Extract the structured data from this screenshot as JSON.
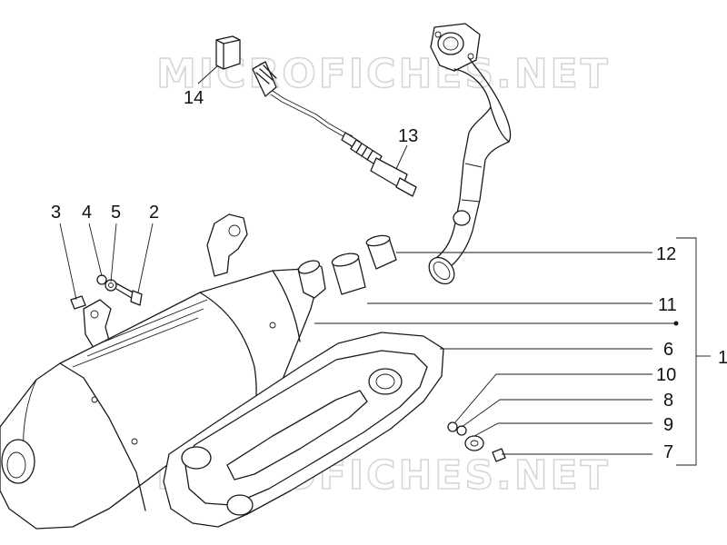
{
  "watermark": {
    "text": "MICROFICHES.NET"
  },
  "callouts": [
    {
      "id": "1",
      "label": "1"
    },
    {
      "id": "2",
      "label": "2"
    },
    {
      "id": "3",
      "label": "3"
    },
    {
      "id": "4",
      "label": "4"
    },
    {
      "id": "5",
      "label": "5"
    },
    {
      "id": "6",
      "label": "6"
    },
    {
      "id": "7",
      "label": "7"
    },
    {
      "id": "8",
      "label": "8"
    },
    {
      "id": "9",
      "label": "9"
    },
    {
      "id": "10",
      "label": "10"
    },
    {
      "id": "11",
      "label": "11"
    },
    {
      "id": "12",
      "label": "12"
    },
    {
      "id": "13",
      "label": "13"
    },
    {
      "id": "14",
      "label": "14"
    }
  ],
  "colors": {
    "line": "#1a1a1a",
    "watermark": "#d6d6d6",
    "background": "#ffffff"
  }
}
